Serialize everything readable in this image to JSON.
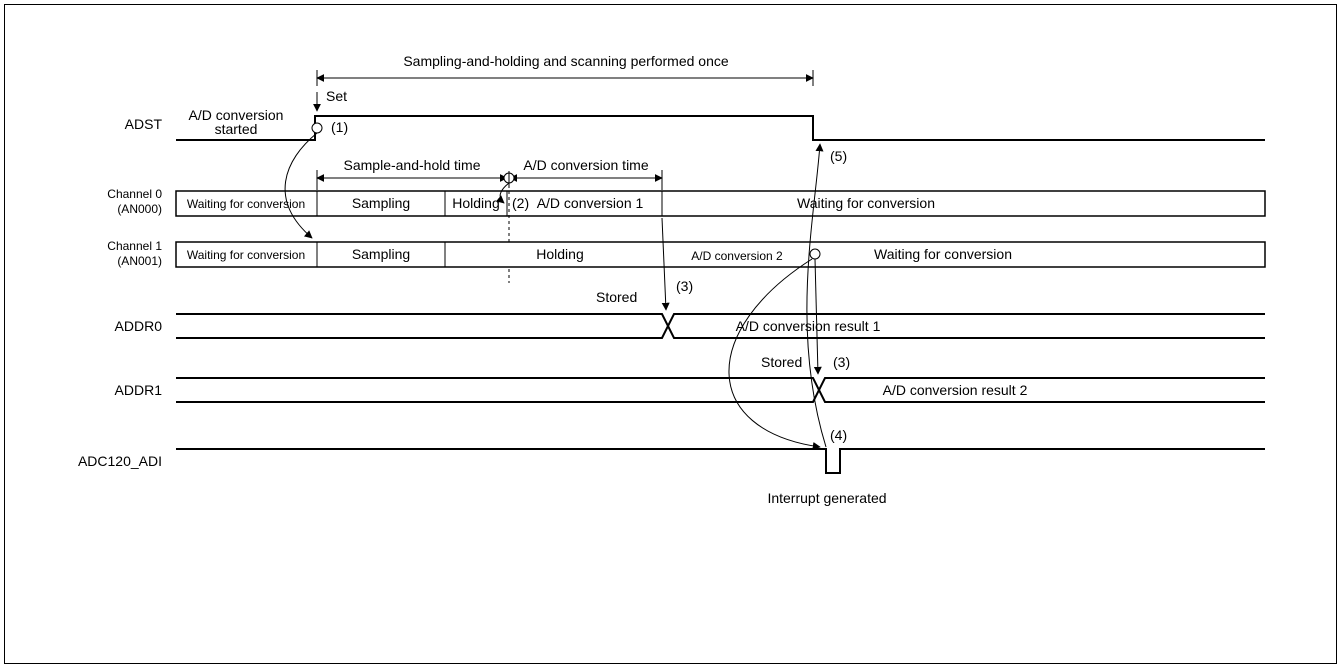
{
  "signals": {
    "adst": "ADST",
    "ch0_line1": "Channel 0",
    "ch0_line2": "(AN000)",
    "ch1_line1": "Channel 1",
    "ch1_line2": "(AN001)",
    "addr0": "ADDR0",
    "addr1": "ADDR1",
    "adi": "ADC120_ADI"
  },
  "annotations": {
    "top_span": "Sampling-and-holding and scanning performed once",
    "ad_started_1": "A/D conversion",
    "ad_started_2": "started",
    "set": "Set",
    "n1": "(1)",
    "n2": "(2)",
    "n3a": "(3)",
    "n3b": "(3)",
    "n4": "(4)",
    "n5": "(5)",
    "sample_hold_time": "Sample-and-hold time",
    "ad_conv_time": "A/D conversion time",
    "stored_a": "Stored",
    "stored_b": "Stored",
    "interrupt": "Interrupt generated"
  },
  "channel0": {
    "waiting": "Waiting for conversion",
    "sampling": "Sampling",
    "holding": "Holding",
    "ad_conv": "A/D conversion 1",
    "waiting2": "Waiting for conversion"
  },
  "channel1": {
    "waiting": "Waiting for conversion",
    "sampling": "Sampling",
    "holding": "Holding",
    "ad_conv": "A/D conversion 2",
    "waiting2": "Waiting for conversion"
  },
  "registers": {
    "result1": "A/D conversion result 1",
    "result2": "A/D conversion result 2"
  }
}
